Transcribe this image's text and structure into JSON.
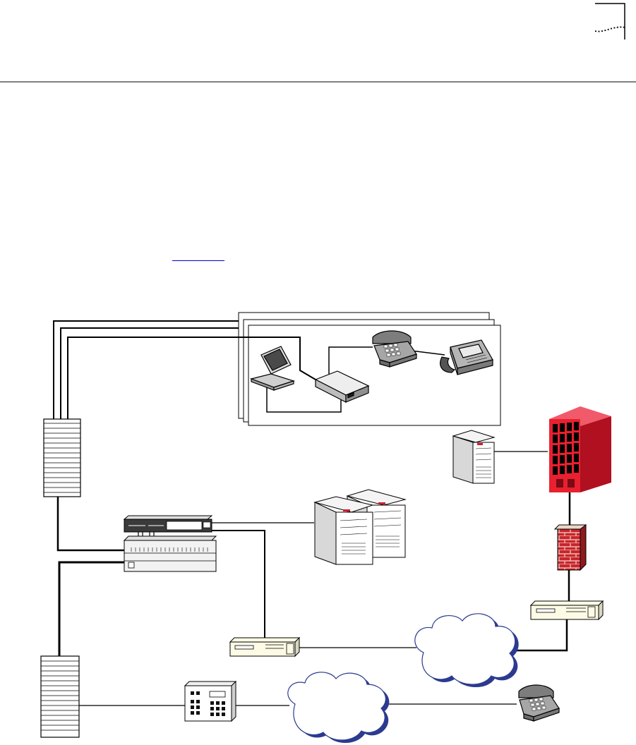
{
  "header": {
    "corner_mark": "page-corner-mark",
    "rule": true
  },
  "figure_reference_link": "",
  "diagram": {
    "nodes": [
      {
        "id": "home-office-window",
        "icon": "stacked-window-frames"
      },
      {
        "id": "laptop",
        "icon": "laptop-icon"
      },
      {
        "id": "modem",
        "icon": "modem-icon"
      },
      {
        "id": "desk-phone",
        "icon": "telephone-icon"
      },
      {
        "id": "fax-machine",
        "icon": "fax-icon"
      },
      {
        "id": "upper-distribution-frame",
        "icon": "patch-panel-icon"
      },
      {
        "id": "lower-distribution-frame",
        "icon": "patch-panel-icon"
      },
      {
        "id": "access-switch-chassis",
        "icon": "switch-chassis-icon"
      },
      {
        "id": "server-pair",
        "icon": "tower-server-icon"
      },
      {
        "id": "remote-server",
        "icon": "tower-server-icon"
      },
      {
        "id": "corporate-building",
        "icon": "office-building-icon"
      },
      {
        "id": "firewall",
        "icon": "brick-firewall-icon"
      },
      {
        "id": "edge-router",
        "icon": "router-icon"
      },
      {
        "id": "central-router",
        "icon": "router-icon"
      },
      {
        "id": "data-network-cloud",
        "icon": "cloud-icon"
      },
      {
        "id": "pstn-cloud",
        "icon": "cloud-icon"
      },
      {
        "id": "pbx",
        "icon": "pbx-keypad-icon"
      },
      {
        "id": "remote-phone",
        "icon": "telephone-icon"
      }
    ],
    "colors": {
      "line": "#000000",
      "building": "#e8202f",
      "building_shadow": "#b01020",
      "brick": "#c8262c",
      "cloud_shadow": "#2c3b8f",
      "router_fill": "#fdfbe6",
      "device_gray": "#8c8c8c"
    }
  }
}
